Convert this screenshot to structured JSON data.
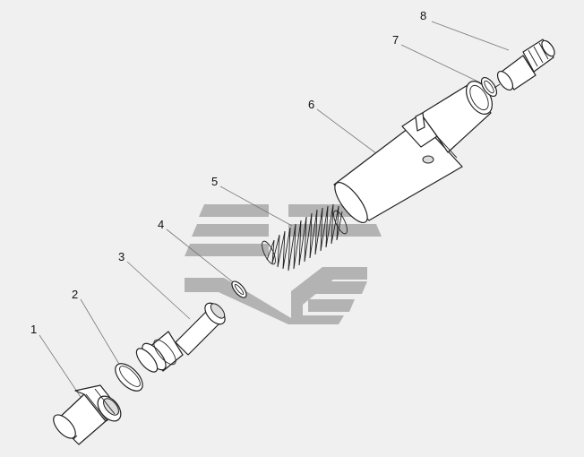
{
  "callouts": [
    {
      "label": "1"
    },
    {
      "label": "2"
    },
    {
      "label": "3"
    },
    {
      "label": "4"
    },
    {
      "label": "5"
    },
    {
      "label": "6"
    },
    {
      "label": "7"
    },
    {
      "label": "8"
    }
  ],
  "colors": {
    "background": "#f0f0f0",
    "outline": "#222222",
    "leader": "#777777",
    "watermark": "#a9a9a9"
  },
  "watermark": {
    "icon": "stylized-truck-logo-watermark"
  }
}
